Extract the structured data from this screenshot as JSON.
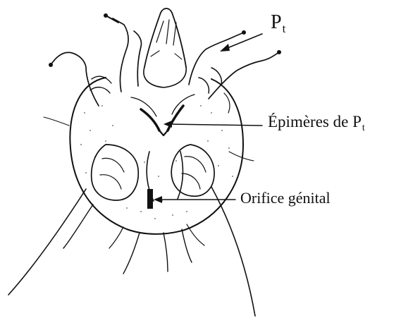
{
  "labels": {
    "pt_main": "P",
    "pt_sub": "t",
    "epimeres_main": "Épimères de P",
    "epimeres_sub": "t",
    "orifice": "Orifice génital"
  },
  "colors": {
    "ink": "#111111",
    "background": "#ffffff"
  }
}
